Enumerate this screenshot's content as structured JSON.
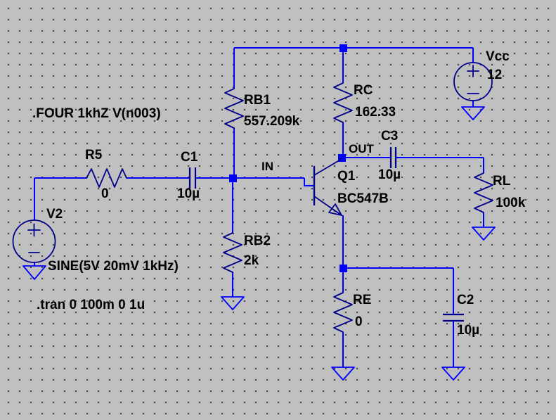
{
  "schematic": {
    "directives": {
      "four": ".FOUR 1khZ V(n003)",
      "tran": ".tran 0 100m 0 1u"
    },
    "net_labels": {
      "in": "IN",
      "out": "OUT"
    },
    "components": {
      "v2": {
        "name": "V2",
        "value": "SINE(5V 20mV 1kHz)",
        "type": "voltage-source"
      },
      "r5": {
        "name": "R5",
        "value": "0",
        "type": "resistor"
      },
      "c1": {
        "name": "C1",
        "value": "10µ",
        "type": "capacitor"
      },
      "rb1": {
        "name": "RB1",
        "value": "557.209k",
        "type": "resistor"
      },
      "rb2": {
        "name": "RB2",
        "value": "2k",
        "type": "resistor"
      },
      "rc": {
        "name": "RC",
        "value": "162.33",
        "type": "resistor"
      },
      "q1": {
        "name": "Q1",
        "value": "BC547B",
        "type": "npn-transistor"
      },
      "re": {
        "name": "RE",
        "value": "0",
        "type": "resistor"
      },
      "c2": {
        "name": "C2",
        "value": "10µ",
        "type": "capacitor"
      },
      "c3": {
        "name": "C3",
        "value": "10µ",
        "type": "capacitor"
      },
      "rl": {
        "name": "RL",
        "value": "100k",
        "type": "resistor"
      },
      "vcc": {
        "name": "Vcc",
        "value": "12",
        "type": "voltage-source"
      }
    },
    "colors": {
      "background": "#c0c0c0",
      "wire": "#0000ff",
      "symbol": "#00008b",
      "text": "#000000"
    }
  }
}
